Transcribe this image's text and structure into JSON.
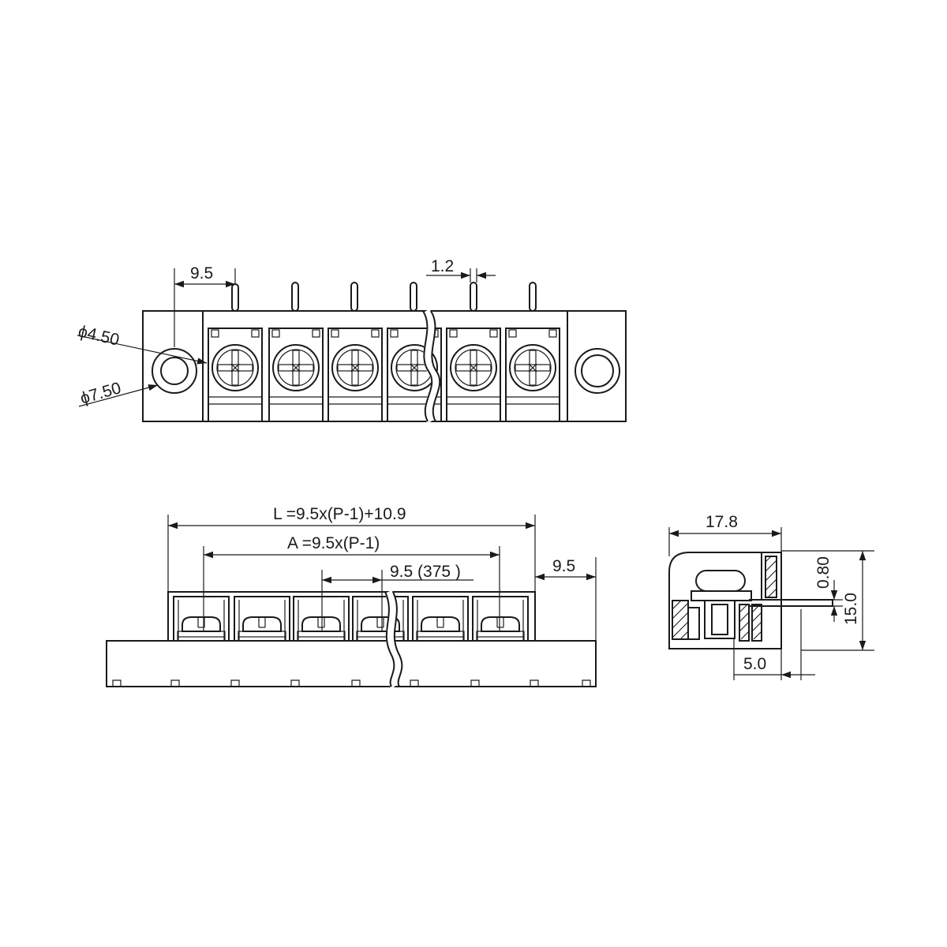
{
  "dimensions": {
    "pitch_top": "9.5",
    "pin_width": "1.2",
    "hole_inner": "ϕ4.50",
    "hole_outer": "ϕ7.50",
    "length_formula": "L =9.5x(P-1)+10.9",
    "a_formula": "A =9.5x(P-1)",
    "pitch_bottom": "9.5 (375 )",
    "end_pitch": "9.5",
    "side_width": "17.8",
    "pin_thickness": "0.80",
    "side_height": "15.0",
    "pin_offset": "5.0"
  },
  "colors": {
    "line": "#1a1a1a",
    "background": "#ffffff"
  }
}
